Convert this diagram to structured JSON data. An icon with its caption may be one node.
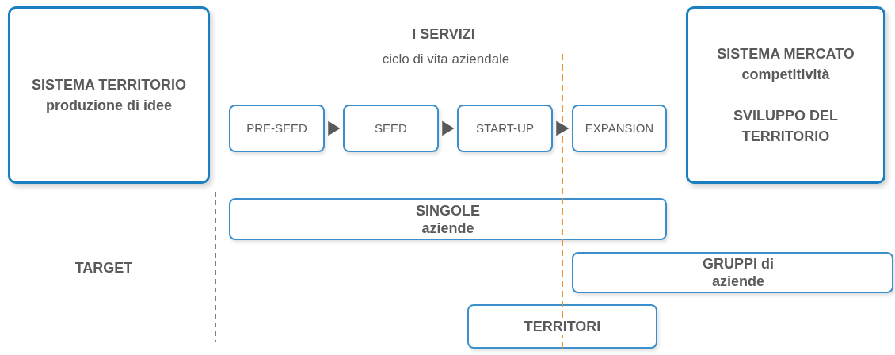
{
  "diagram": {
    "title": "I SERVIZI",
    "nodes": [
      {
        "text": [
          "SISTEMA TERRITORIO",
          "produzione di idee"
        ]
      },
      {
        "text": [
          "PRE-SEED"
        ]
      },
      {
        "text": [
          "SEED"
        ]
      },
      {
        "text": [
          "START-UP"
        ]
      },
      {
        "text": [
          "EXPANSION"
        ]
      },
      {
        "text": [
          "SISTEMA MERCATO",
          "competitività",
          "SVILUPPO DEL TERRITORIO"
        ]
      },
      {
        "text": [
          "SINGOLE aziende"
        ]
      },
      {
        "text": [
          "GRUPPI di aziende"
        ]
      },
      {
        "text": [
          "TERRITORI"
        ]
      }
    ],
    "edges": [
      {
        "from": 1,
        "to": 2,
        "arrow": "to"
      },
      {
        "from": 2,
        "to": 3,
        "arrow": "to"
      },
      {
        "from": 3,
        "to": 4,
        "arrow": "to"
      }
    ],
    "labels": [
      "ciclo di vita aziendale",
      "TARGET"
    ]
  }
}
